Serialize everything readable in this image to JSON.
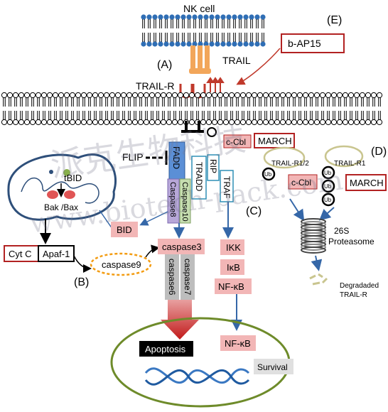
{
  "colors": {
    "membrane_head": "#2f6eb5",
    "membrane_tail": "#000000",
    "receptor_red": "#c0392b",
    "trail_orange": "#f2a65a",
    "pink_box": "#f2b6b6",
    "red_border": "#b22222",
    "grey_box": "#bdbdbd",
    "blue_arrow": "#3567a8",
    "cell_green": "#6e8b2a",
    "dna_blue": "#3a78c2",
    "fadd_blue": "#5b8fd6",
    "caspase8_lilac": "#b7a7d8",
    "caspase10_green": "#c6ddb0",
    "ub_olive": "#c9c58f"
  },
  "labels": {
    "nk_cell": "NK cell",
    "trail": "TRAIL",
    "trail_r": "TRAIL-R",
    "panel_a": "(A)",
    "panel_b": "(B)",
    "panel_c": "(C)",
    "panel_d": "(D)",
    "panel_e": "(E)",
    "b_ap15": "b-AP15",
    "flip": "FLIP",
    "c_cbl_top": "c-Cbl",
    "march_top": "MARCH",
    "fadd": "FADD",
    "caspase8": "Caspase8",
    "caspase10": "Caspase10",
    "tradd": "TRADD",
    "rip": "RIP",
    "traf": "TRAF",
    "tbid": "tBID",
    "bak_bax": "Bak /Bax",
    "bid": "BID",
    "cyt_c": "Cyt C",
    "apaf1": "Apaf-1",
    "caspase9": "caspase9",
    "caspase3": "caspase3",
    "caspase6": "caspase6",
    "caspase7": "caspase7",
    "ikk": "IKK",
    "ikb": "IκB",
    "nfkb": "NF-κB",
    "nfkb_nucleus": "NF-κB",
    "apoptosis": "Apoptosis",
    "survival": "Survival",
    "trail_r12": "TRAIL-R1/2",
    "trail_r1": "TRAIL-R1",
    "ub": "Ub",
    "c_cbl_d": "c-Cbl",
    "march_d": "MARCH",
    "proteasome_26s": "26S",
    "proteasome": "Proteasome",
    "degraded": "Degradaded",
    "degraded_trail_r": "TRAIL-R"
  },
  "watermark": {
    "line1": "派克生物科技",
    "line2": "www.biotech-pack.com"
  }
}
